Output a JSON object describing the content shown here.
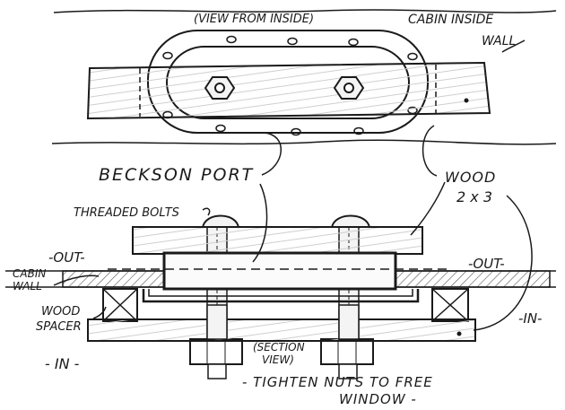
{
  "labels": {
    "view_from_inside": "(VIEW FROM INSIDE)",
    "cabin_inside_wall_line1": "CABIN INSIDE",
    "cabin_inside_wall_line2": "WALL",
    "beckson_port": "BECKSON PORT",
    "wood_line1": "WOOD",
    "wood_line2": "2 x 3",
    "threaded_bolts": "THREADED BOLTS",
    "out_left": "-OUT-",
    "out_right": "-OUT-",
    "cabin_wall_line1": "CABIN",
    "cabin_wall_line2": "WALL",
    "wood_spacer_line1": "WOOD",
    "wood_spacer_line2": "SPACER",
    "section_view_line1": "(SECTION",
    "section_view_line2": "VIEW)",
    "in_left": "- IN -",
    "in_right": "-IN-",
    "tighten_line1": "- TIGHTEN NUTS TO FREE",
    "tighten_line2": "WINDOW -"
  },
  "colors": {
    "ink": "#1a1a1a",
    "wood_fill": "#e4e4e4",
    "wall_hatch": "#555555"
  }
}
